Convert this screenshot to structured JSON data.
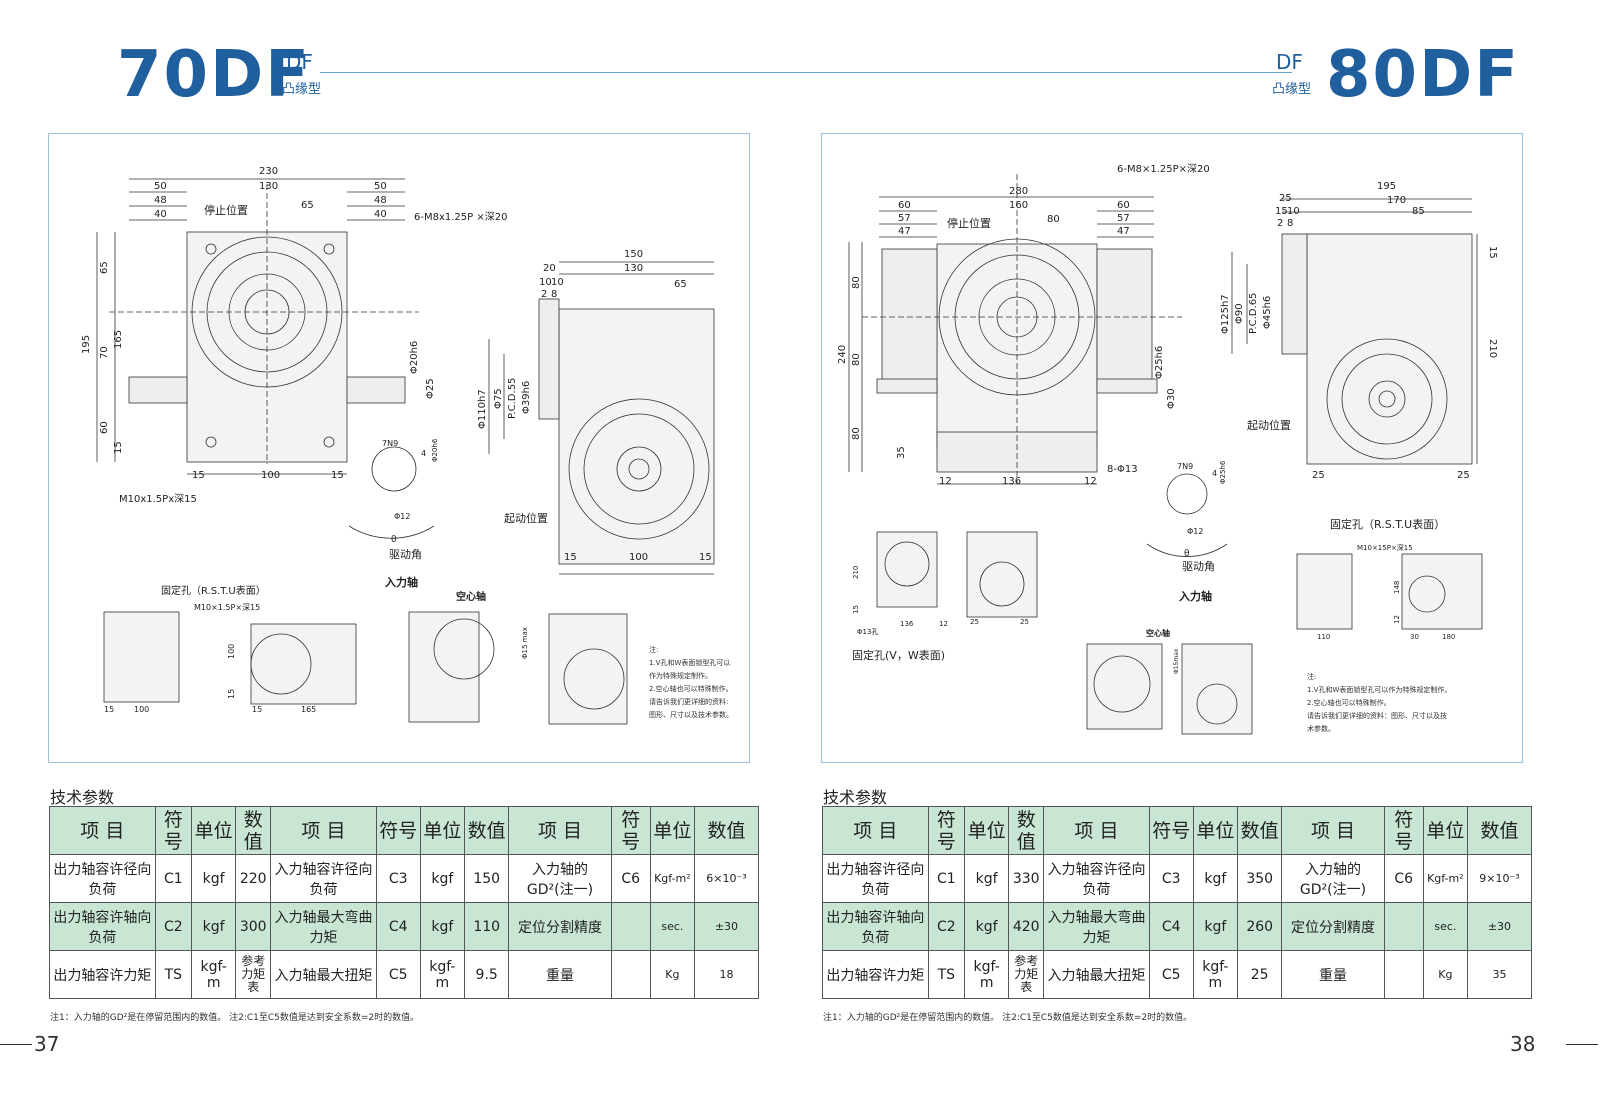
{
  "left": {
    "model": "70DF",
    "df": "DF",
    "type": "凸缘型",
    "page_number": "37",
    "section_title": "技术参数",
    "drawing": {
      "dims_top": [
        "230",
        "50",
        "130",
        "50",
        "48",
        "48",
        "40",
        "40",
        "65"
      ],
      "stop_position": "停止位置",
      "thread_note": "6-M8x1.25P ×深20",
      "dims_left": [
        "195",
        "65",
        "165",
        "70",
        "60",
        "15"
      ],
      "dims_bottom": [
        "15",
        "100",
        "15"
      ],
      "bottom_thread": "M10x1.5Px深15",
      "shaft_dims": [
        "Φ20h6",
        "Φ25"
      ],
      "side_dims_top": [
        "150",
        "130",
        "20",
        "10",
        "10",
        "2",
        "8",
        "65"
      ],
      "side_dims_left": [
        "Φ110h7",
        "Φ75",
        "P.C.D.55",
        "Φ39h6"
      ],
      "start_position": "起动位置",
      "side_dims_bottom": [
        "15",
        "100",
        "15"
      ],
      "key_dims": [
        "7N9",
        "4",
        "Φ20h6",
        "Φ12",
        "θ"
      ],
      "drive_angle": "驱动角",
      "input_shaft": "入力轴",
      "fixing_holes": "固定孔（R.S.T.U表面）",
      "fixing_thread": "M10×1.5P×深15",
      "small_dims": [
        "15",
        "100",
        "100",
        "15",
        "15",
        "165"
      ],
      "hollow_shaft": "空心轴",
      "hollow_dim": "Φ15 max",
      "note_lines": [
        "注:",
        "1.V孔和W表面锁型孔可以",
        "作为特殊规定制作。",
        "2.空心轴也可以特殊制作。",
        "请告诉我们更详细的资料:",
        "图形、尺寸以及技术参数。"
      ]
    },
    "table": {
      "headers": [
        "项 目",
        "符号",
        "单位",
        "数值",
        "项 目",
        "符号",
        "单位",
        "数值",
        "项 目",
        "符号",
        "单位",
        "数值"
      ],
      "rows": [
        [
          "出力轴容许径向负荷",
          "C1",
          "kgf",
          "220",
          "入力轴容许径向负荷",
          "C3",
          "kgf",
          "150",
          "入力轴的GD²(注一)",
          "C6",
          "Kgf-m²",
          "6×10⁻³"
        ],
        [
          "出力轴容许轴向负荷",
          "C2",
          "kgf",
          "300",
          "入力轴最大弯曲力矩",
          "C4",
          "kgf",
          "110",
          "定位分割精度",
          "",
          "sec.",
          "±30"
        ],
        [
          "出力轴容许力矩",
          "TS",
          "kgf-m",
          "参考力矩表",
          "入力轴最大扭矩",
          "C5",
          "kgf-m",
          "9.5",
          "重量",
          "",
          "Kg",
          "18"
        ]
      ]
    },
    "footnote": "注1：入力轴的GD²是在停留范围内的数值。  注2:C1至C5数值是达到安全系数=2时的数值。"
  },
  "right": {
    "model": "80DF",
    "df": "DF",
    "type": "凸缘型",
    "page_number": "38",
    "section_title": "技术参数",
    "drawing": {
      "thread_note": "6-M8×1.25P×深20",
      "dims_top": [
        "280",
        "60",
        "160",
        "60",
        "57",
        "57",
        "47",
        "47",
        "80"
      ],
      "stop_position": "停止位置",
      "dims_left": [
        "240",
        "80",
        "80",
        "80",
        "35"
      ],
      "dims_bottom": [
        "12",
        "136",
        "12"
      ],
      "bottom_holes": "8-Φ13",
      "shaft_dims": [
        "Φ25h6",
        "Φ30"
      ],
      "side_dims_top": [
        "195",
        "170",
        "25",
        "15",
        "10",
        "2",
        "8",
        "85"
      ],
      "side_dims_left": [
        "Φ125h7",
        "Φ90",
        "P.C.D.65",
        "Φ45h6"
      ],
      "side_dims_right": [
        "15",
        "210"
      ],
      "start_position": "起动位置",
      "side_dims_bottom": [
        "25",
        "25"
      ],
      "key_dims": [
        "7N9",
        "4",
        "Φ25h6",
        "Φ12",
        "θ"
      ],
      "drive_angle": "驱动角",
      "input_shaft": "入力轴",
      "fixing_holes_rstu": "固定孔（R.S.T.U表面）",
      "fixing_thread": "M10×15P×深15",
      "fixing_holes_vw": "固定孔(V，W表面)",
      "small_dims_left": [
        "210",
        "15",
        "Φ13孔",
        "136",
        "12",
        "25",
        "25"
      ],
      "small_dims_right": [
        "148",
        "12",
        "110",
        "30",
        "180"
      ],
      "hollow_shaft": "空心轴",
      "hollow_dim": "Φ15max",
      "note_lines": [
        "注:",
        "1.V孔和W表面锁型孔可以作为特殊规定制作。",
        "2.空心轴也可以特殊制作。",
        "请告诉我们更详细的资料：图形、尺寸以及技",
        "术参数。"
      ]
    },
    "table": {
      "headers": [
        "项 目",
        "符号",
        "单位",
        "数值",
        "项 目",
        "符号",
        "单位",
        "数值",
        "项 目",
        "符号",
        "单位",
        "数值"
      ],
      "rows": [
        [
          "出力轴容许径向负荷",
          "C1",
          "kgf",
          "330",
          "入力轴容许径向负荷",
          "C3",
          "kgf",
          "350",
          "入力轴的GD²(注一)",
          "C6",
          "Kgf-m²",
          "9×10⁻³"
        ],
        [
          "出力轴容许轴向负荷",
          "C2",
          "kgf",
          "420",
          "入力轴最大弯曲力矩",
          "C4",
          "kgf",
          "260",
          "定位分割精度",
          "",
          "sec.",
          "±30"
        ],
        [
          "出力轴容许力矩",
          "TS",
          "kgf-m",
          "参考力矩表",
          "入力轴最大扭矩",
          "C5",
          "kgf-m",
          "25",
          "重量",
          "",
          "Kg",
          "35"
        ]
      ]
    },
    "footnote": "注1：入力轴的GD²是在停留范围内的数值。  注2:C1至C5数值是达到安全系数=2时的数值。"
  }
}
